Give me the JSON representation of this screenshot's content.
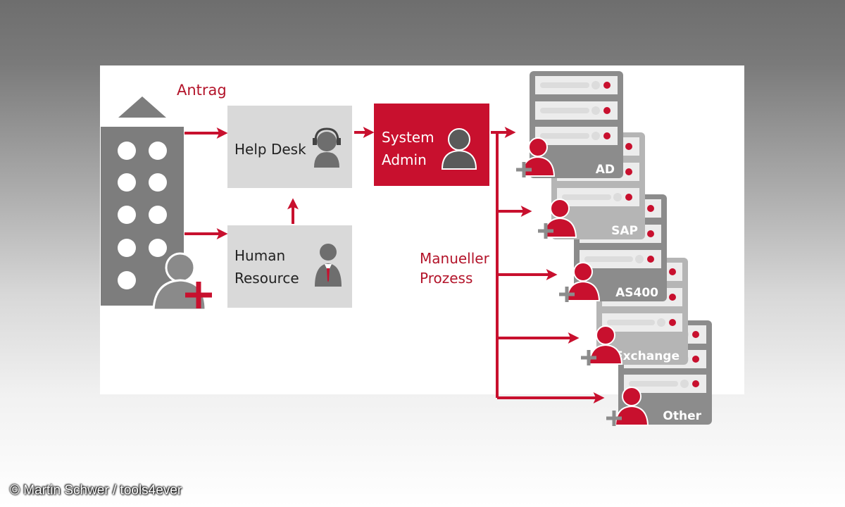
{
  "labels": {
    "antrag": "Antrag",
    "helpdesk": "Help Desk",
    "sysadmin_line1": "System",
    "sysadmin_line2": "Admin",
    "hr_line1": "Human",
    "hr_line2": "Resource",
    "manual_line1": "Manueller",
    "manual_line2": "Prozess"
  },
  "systems": [
    "AD",
    "SAP",
    "AS400",
    "Exchange",
    "Other"
  ],
  "credit": "© Martin Schwer / tools4ever",
  "colors": {
    "red": "#c8102e",
    "box_gray": "#d9d9d9",
    "dark_gray": "#7d7d7d",
    "server_gray": "#8c8c8c",
    "server_light": "#b5b5b5"
  }
}
